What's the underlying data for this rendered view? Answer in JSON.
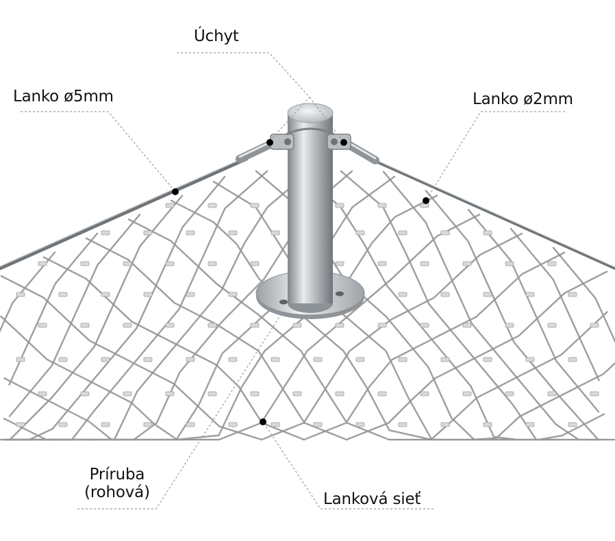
{
  "labels": {
    "uchyt": "Úchyt",
    "lanko_5": "Lanko ø5mm",
    "lanko_2": "Lanko ø2mm",
    "priruba_line1": "Príruba",
    "priruba_line2": "(rohová)",
    "sietka": "Lanková sieť"
  },
  "colors": {
    "background": "#ffffff",
    "text": "#111111",
    "leader": "#9a9a9a",
    "wire": "#7e7e7e",
    "wire_highlight": "#c4c4c4",
    "ferrule": "#d9d9d9",
    "post_dark": "#8c9196",
    "post_light": "#e9ecee",
    "marker": "#000000"
  }
}
